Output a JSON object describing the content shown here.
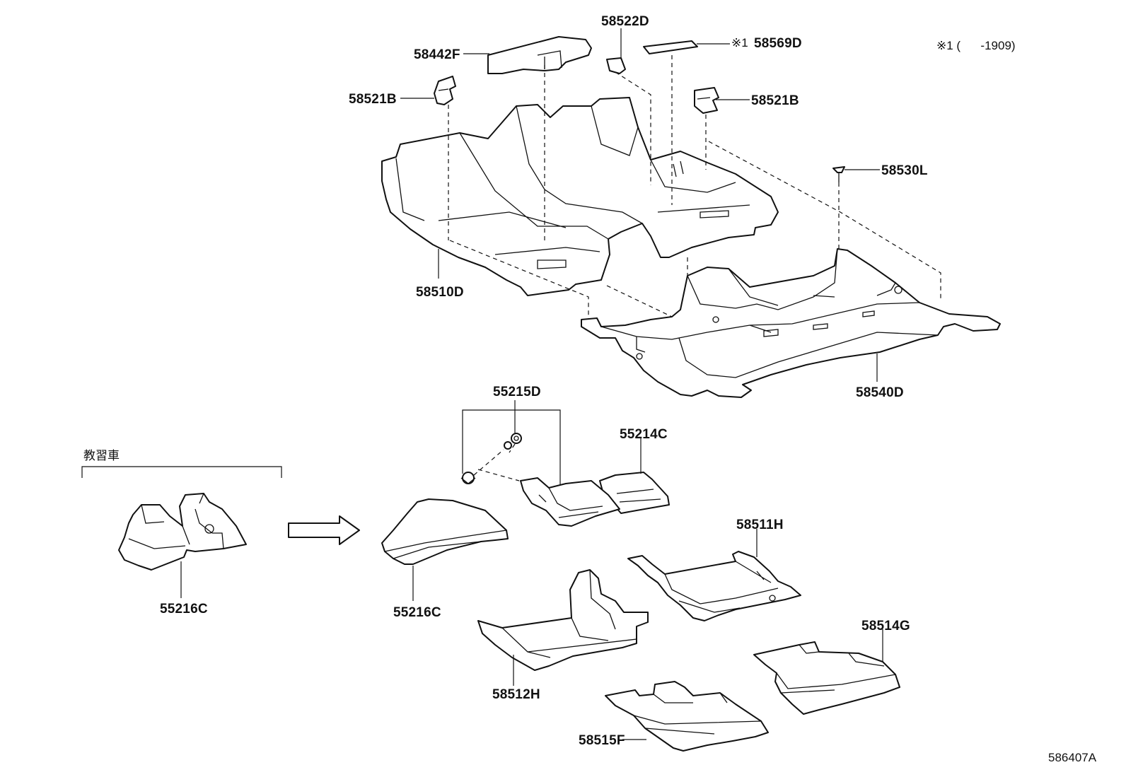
{
  "labels": {
    "p58442F": "58442F",
    "p58522D": "58522D",
    "p58569D": "58569D",
    "p58521B_left": "58521B",
    "p58521B_right": "58521B",
    "p58530L": "58530L",
    "p58510D": "58510D",
    "p58540D": "58540D",
    "p55215D": "55215D",
    "p55214C": "55214C",
    "p55216C_left": "55216C",
    "p55216C_mid": "55216C",
    "p58511H": "58511H",
    "p58514G": "58514G",
    "p58512H": "58512H",
    "p58515F": "58515F"
  },
  "note_mark": "※1",
  "note_legend": "※1 (      -1909)",
  "training_car_label": "教習車",
  "diagram_code": "586407A"
}
